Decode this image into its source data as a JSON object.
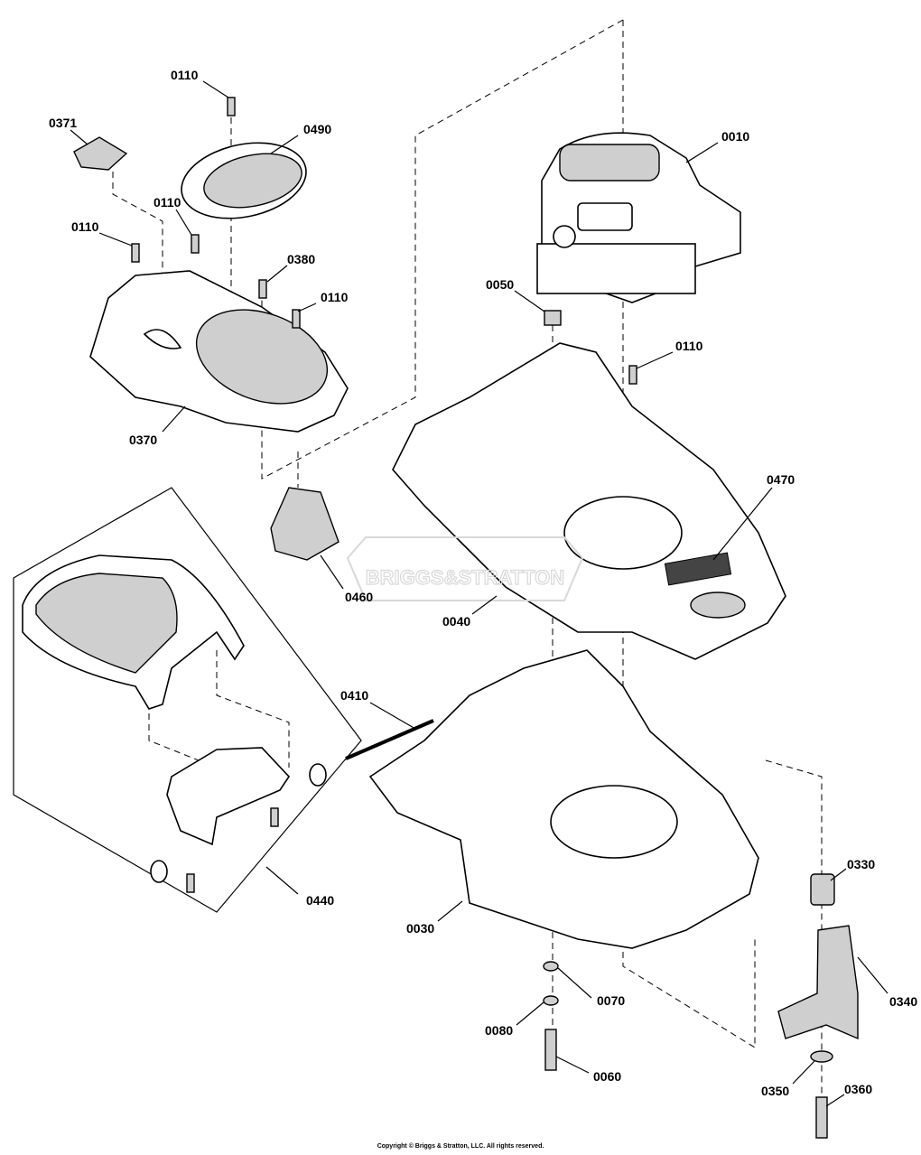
{
  "watermark": "BRIGGS&STRATTON",
  "copyright": "Copyright © Briggs & Stratton, LLC. All rights reserved.",
  "labels": {
    "screw_top": "0110",
    "cover_0490": "0490",
    "cap_0371": "0371",
    "screw_mid": "0110",
    "screw_left": "0110",
    "screw_0380": "0380",
    "screw_right": "0110",
    "shroud_0370": "0370",
    "engine_0010": "0010",
    "bushing_0050": "0050",
    "screw_deck": "0110",
    "label_0470": "0470",
    "latch_0460": "0460",
    "housing_0040": "0040",
    "rod_0410": "0410",
    "door_kit_0440": "0440",
    "deck_0030": "0030",
    "washer_0070": "0070",
    "washer_0080": "0080",
    "bolt_0060": "0060",
    "adapter_0330": "0330",
    "blade_0340": "0340",
    "washer_0350": "0350",
    "bolt_0360": "0360"
  }
}
